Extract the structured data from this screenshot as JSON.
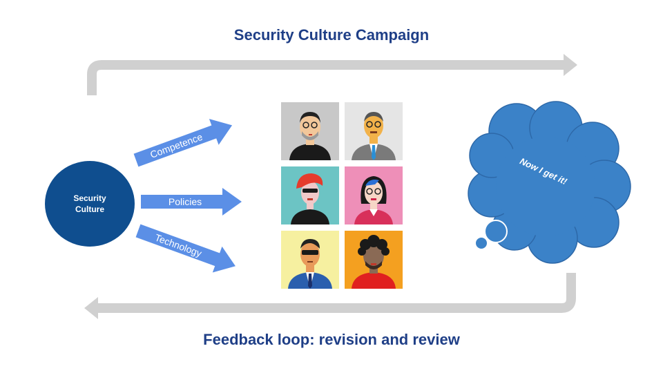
{
  "header": {
    "title": "Security Culture Campaign"
  },
  "footer": {
    "title": "Feedback loop: revision and review"
  },
  "hub": {
    "label_line1": "Security",
    "label_line2": "Culture"
  },
  "arrows": {
    "competence": "Competence",
    "policies": "Policies",
    "technology": "Technology"
  },
  "thought_bubble": {
    "text": "Now I get it!"
  },
  "colors": {
    "title": "#1f3f87",
    "hub": "#0f4e8f",
    "arrow": "#5b8fe6",
    "cloud": "#3b82c8",
    "loop": "#d0d0d0"
  },
  "avatars": [
    {
      "name": "man-glasses-black-turtleneck",
      "bg": "#c8c8c8"
    },
    {
      "name": "man-glasses-suit",
      "bg": "#e5e5e5"
    },
    {
      "name": "woman-red-hair-sunglasses",
      "bg": "#6cc4c4"
    },
    {
      "name": "woman-blue-streak-glasses",
      "bg": "#ee8fb8"
    },
    {
      "name": "man-sunglasses-blue-suit",
      "bg": "#f6f0a0"
    },
    {
      "name": "man-curly-hair-red-shirt",
      "bg": "#f4a020"
    }
  ]
}
